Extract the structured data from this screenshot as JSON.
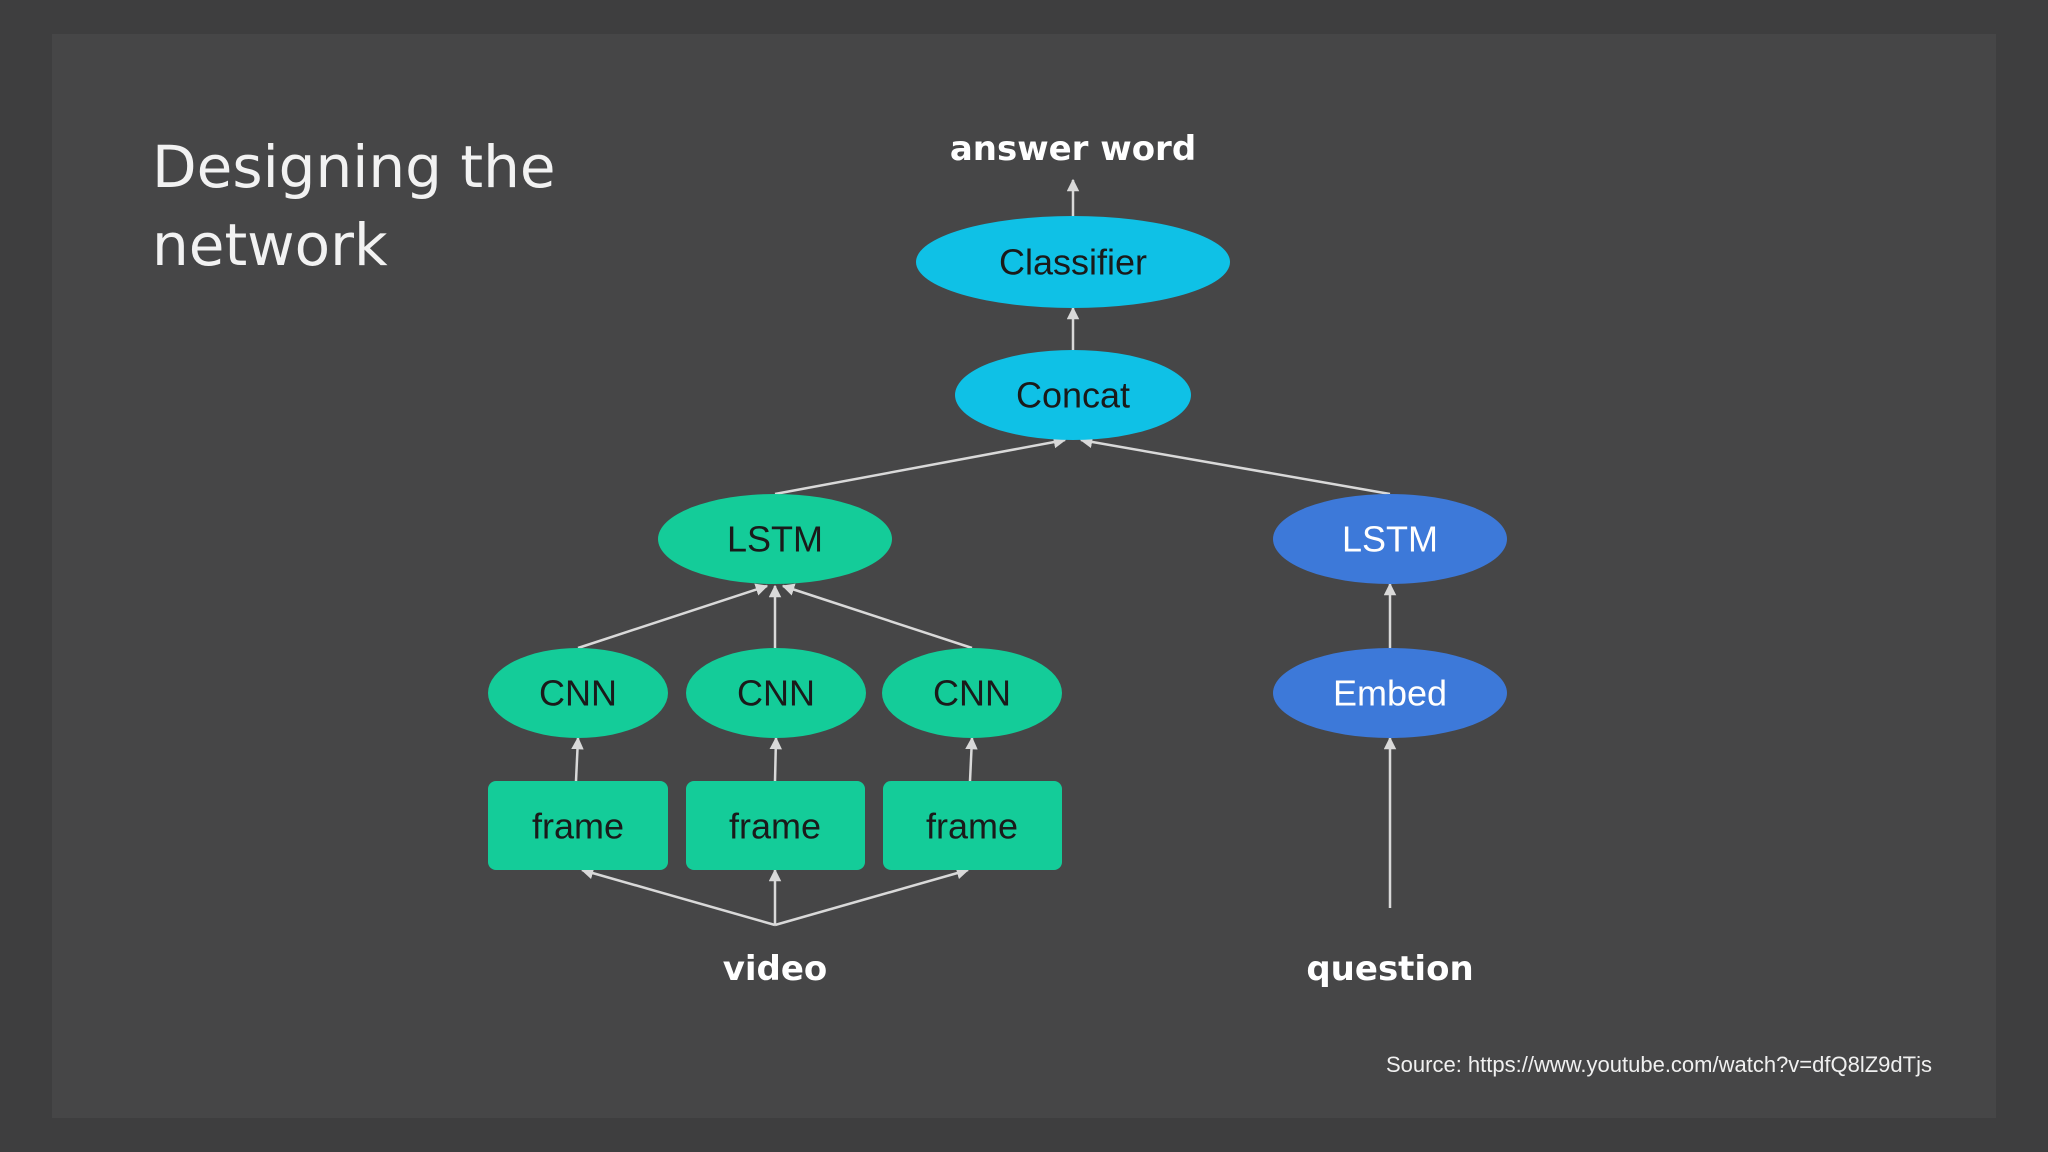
{
  "slide": {
    "title_line1": "Designing the",
    "title_line2": "network",
    "source_note": "Source: https://www.youtube.com/watch?v=dfQ8lZ9dTjs"
  },
  "colors": {
    "background": "#464647",
    "video_branch": "#14cc99",
    "question_branch": "#3d79d9",
    "head_nodes": "#0fc1e6",
    "edges": "#d9d9d9"
  },
  "diagram": {
    "output_label": "answer word",
    "classifier_label": "Classifier",
    "concat_label": "Concat",
    "video_branch": {
      "lstm_label": "LSTM",
      "cnn_labels": [
        "CNN",
        "CNN",
        "CNN"
      ],
      "frame_labels": [
        "frame",
        "frame",
        "frame"
      ],
      "input_label": "video"
    },
    "question_branch": {
      "lstm_label": "LSTM",
      "embed_label": "Embed",
      "input_label": "question"
    }
  }
}
